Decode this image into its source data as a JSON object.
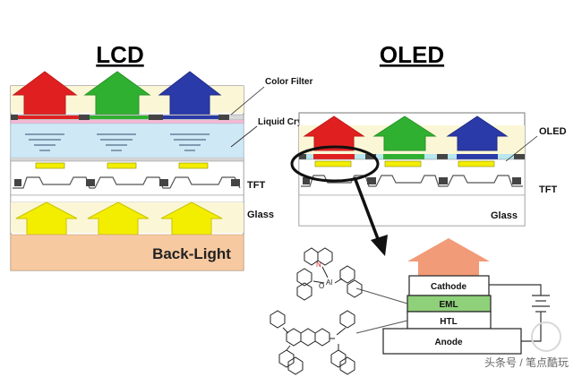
{
  "lcd": {
    "title": "LCD",
    "labels": {
      "color_filter": "Color Filter",
      "liquid_crystal": "Liquid Crystal",
      "tft": "TFT",
      "glass": "Glass",
      "back_light": "Back-Light"
    }
  },
  "oled": {
    "title": "OLED",
    "labels": {
      "oled": "OLED",
      "tft": "TFT",
      "glass": "Glass"
    }
  },
  "stack": {
    "cathode": "Cathode",
    "eml": "EML",
    "htl": "HTL",
    "anode": "Anode"
  },
  "molecule": {
    "atom_n": "N",
    "atom_o": "O",
    "atom_al": "Al"
  },
  "watermark": "头条号 / 笔点酷玩",
  "colors": {
    "red": "#e02020",
    "green": "#30b030",
    "blue": "#2a3aa8",
    "yellow": "#f3ee00",
    "backlight": "#f7c9a0",
    "lc": "#cfe8f6",
    "emission": "#f29b78",
    "eml": "#8fd07a"
  }
}
